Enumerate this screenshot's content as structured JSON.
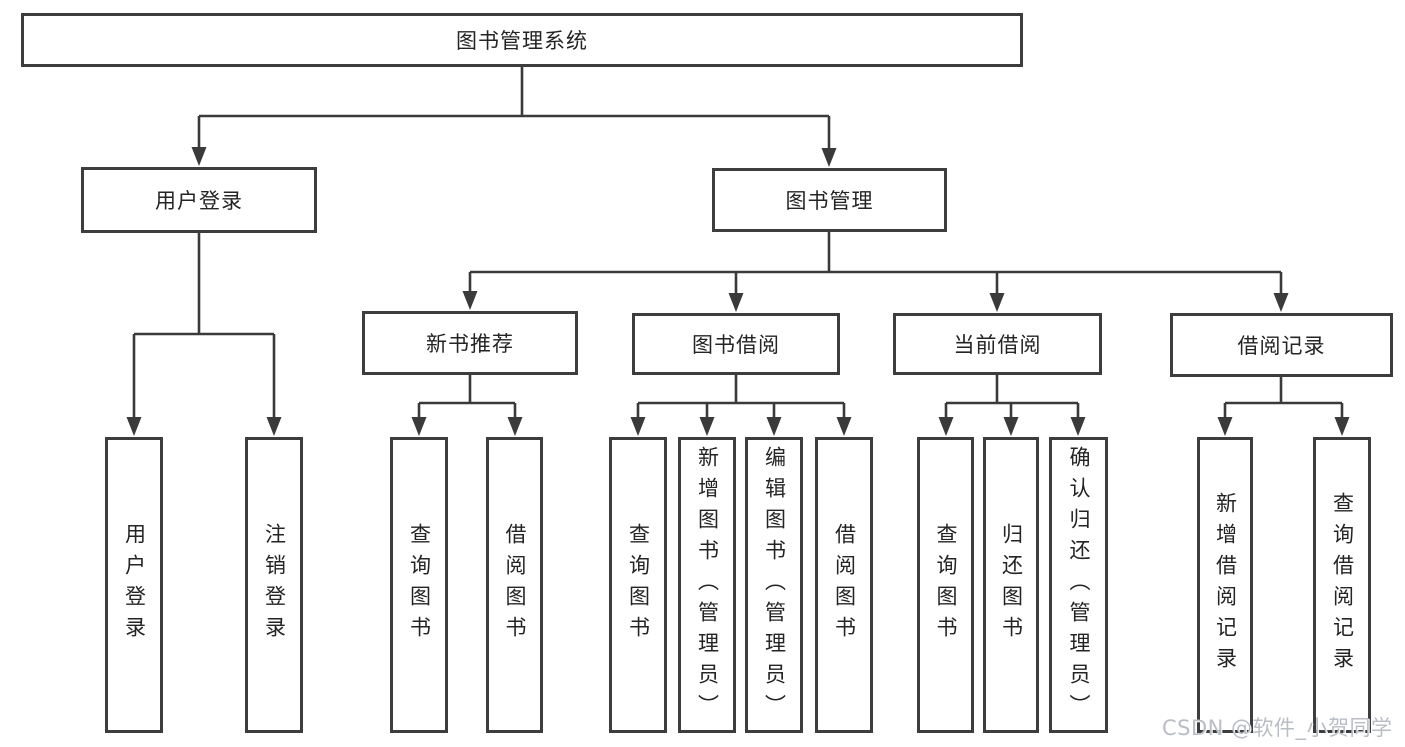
{
  "tree": {
    "root": {
      "label": "图书管理系统"
    },
    "branches": [
      {
        "label": "用户登录",
        "children": [
          {
            "label": "用户登录"
          },
          {
            "label": "注销登录"
          }
        ]
      },
      {
        "label": "图书管理",
        "modules": [
          {
            "label": "新书推荐",
            "children": [
              {
                "label": "查询图书"
              },
              {
                "label": "借阅图书"
              }
            ]
          },
          {
            "label": "图书借阅",
            "children": [
              {
                "label": "查询图书"
              },
              {
                "label": "新增图书（管理员）"
              },
              {
                "label": "编辑图书（管理员）"
              },
              {
                "label": "借阅图书"
              }
            ]
          },
          {
            "label": "当前借阅",
            "children": [
              {
                "label": "查询图书"
              },
              {
                "label": "归还图书"
              },
              {
                "label": "确认归还（管理员）"
              }
            ]
          },
          {
            "label": "借阅记录",
            "children": [
              {
                "label": "新增借阅记录"
              },
              {
                "label": "查询借阅记录"
              }
            ]
          }
        ]
      }
    ]
  },
  "watermark": {
    "text": "CSDN @软件_小贺同学"
  },
  "colors": {
    "line": "#3a3a3a",
    "box_border": "#3d3d3d",
    "text": "#242424",
    "watermark": "#b9bdc4",
    "bg": "#ffffff"
  }
}
